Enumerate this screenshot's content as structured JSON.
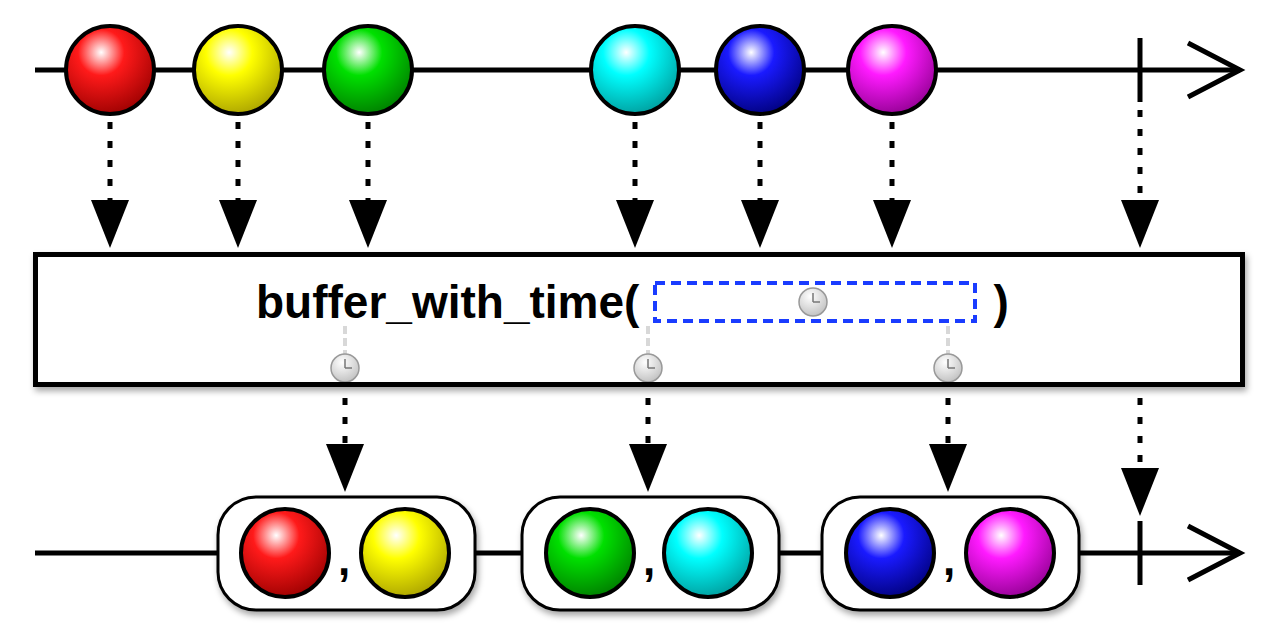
{
  "diagram": {
    "nodes": [
      {
        "text": [
          "buffer_with_time(",
          ")"
        ]
      }
    ],
    "labels": [
      ",",
      ",",
      ","
    ]
  }
}
